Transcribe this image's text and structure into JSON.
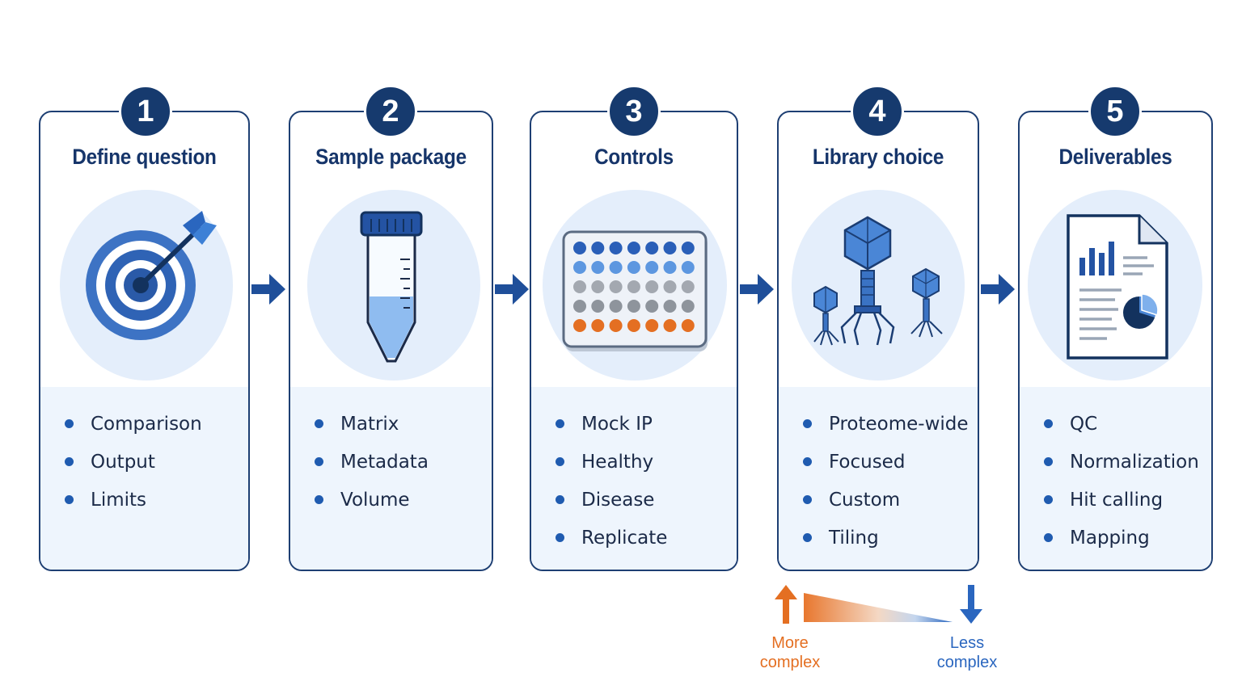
{
  "steps": [
    {
      "number": "1",
      "title": "Define question",
      "icon": "target-icon",
      "items": [
        "Comparison",
        "Output",
        "Limits"
      ]
    },
    {
      "number": "2",
      "title": "Sample package",
      "icon": "sample-tube-icon",
      "items": [
        "Matrix",
        "Metadata",
        "Volume"
      ]
    },
    {
      "number": "3",
      "title": "Controls",
      "icon": "well-plate-icon",
      "items": [
        "Mock IP",
        "Healthy",
        "Disease",
        "Replicate"
      ]
    },
    {
      "number": "4",
      "title": "Library choice",
      "icon": "phage-icon",
      "items": [
        "Proteome-wide",
        "Focused",
        "Custom",
        "Tiling"
      ]
    },
    {
      "number": "5",
      "title": "Deliverables",
      "icon": "report-document-icon",
      "items": [
        "QC",
        "Normalization",
        "Hit calling",
        "Mapping"
      ]
    }
  ],
  "complexity_scale": {
    "more_label_line1": "More",
    "more_label_line2": "complex",
    "less_label_line1": "Less",
    "less_label_line2": "complex"
  },
  "colors": {
    "navy": "#163a6e",
    "accent_blue": "#1f5bb0",
    "light_fill": "#eef5fd",
    "more_complex": "#e46f22",
    "less_complex": "#2a66bf"
  }
}
